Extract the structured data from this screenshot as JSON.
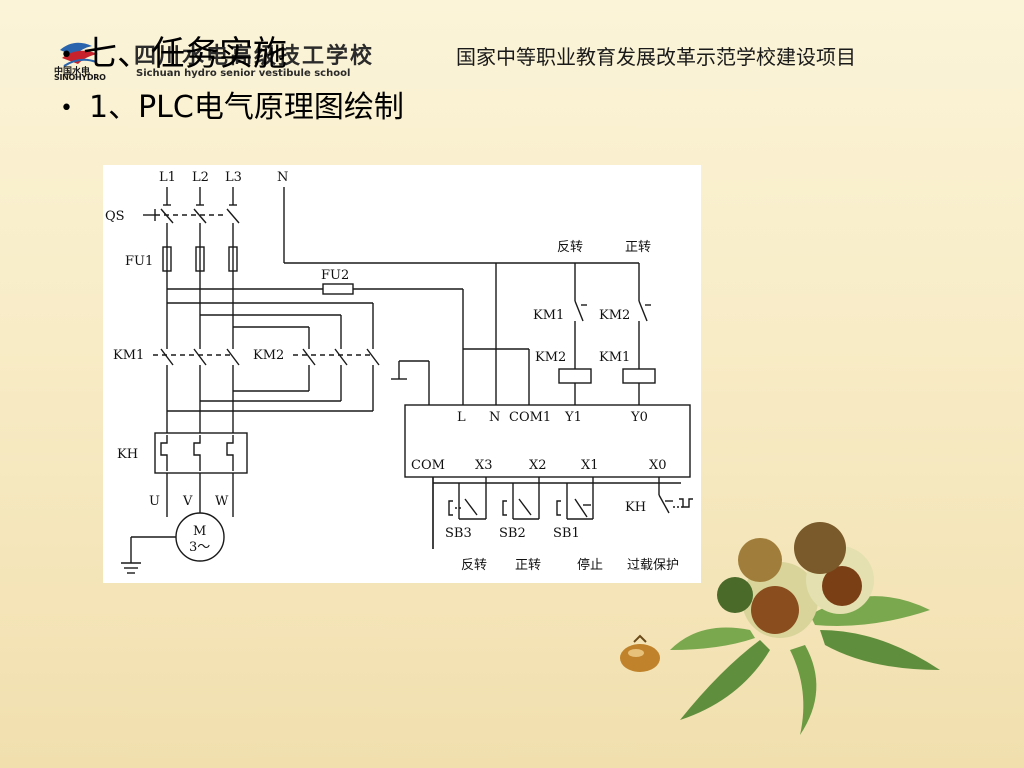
{
  "header": {
    "logo_cn": "中国水电",
    "logo_en": "SINOHYDRO",
    "school_cn": "四川水电高级技工学校",
    "school_en": "Sichuan hydro senior vestibule school",
    "project": "国家中等职业教育发展改革示范学校建设项目"
  },
  "bullets": [
    {
      "dot": "•",
      "text": "七、任务实施"
    },
    {
      "dot": "•",
      "text": "1、PLC电气原理图绘制"
    }
  ],
  "diagram": {
    "labels": {
      "L1": "L1",
      "L2": "L2",
      "L3": "L3",
      "N": "N",
      "QS": "QS",
      "FU1": "FU1",
      "FU2": "FU2",
      "KM1_main": "KM1",
      "KM2_main": "KM2",
      "KH": "KH",
      "U": "U",
      "V": "V",
      "W": "W",
      "M": "M",
      "M3": "3～",
      "rev_top": "反转",
      "fwd_top": "正转",
      "km1_nc": "KM1",
      "km2_nc": "KM2",
      "km2_coil": "KM2",
      "km1_coil": "KM1",
      "plc_L": "L",
      "plc_N": "N",
      "plc_COM1": "COM1",
      "plc_Y1": "Y1",
      "plc_Y0": "Y0",
      "plc_COM": "COM",
      "plc_X3": "X3",
      "plc_X2": "X2",
      "plc_X1": "X1",
      "plc_X0": "X0",
      "SB3": "SB3",
      "SB2": "SB2",
      "SB1": "SB1",
      "KH_in": "KH",
      "cap_rev": "反转",
      "cap_fwd": "正转",
      "cap_stop": "停止",
      "cap_ovl": "过载保护"
    }
  },
  "colors": {
    "line": "#1a1a1a",
    "bg_top": "#fbf4d8",
    "bg_bottom": "#f1dfae"
  }
}
